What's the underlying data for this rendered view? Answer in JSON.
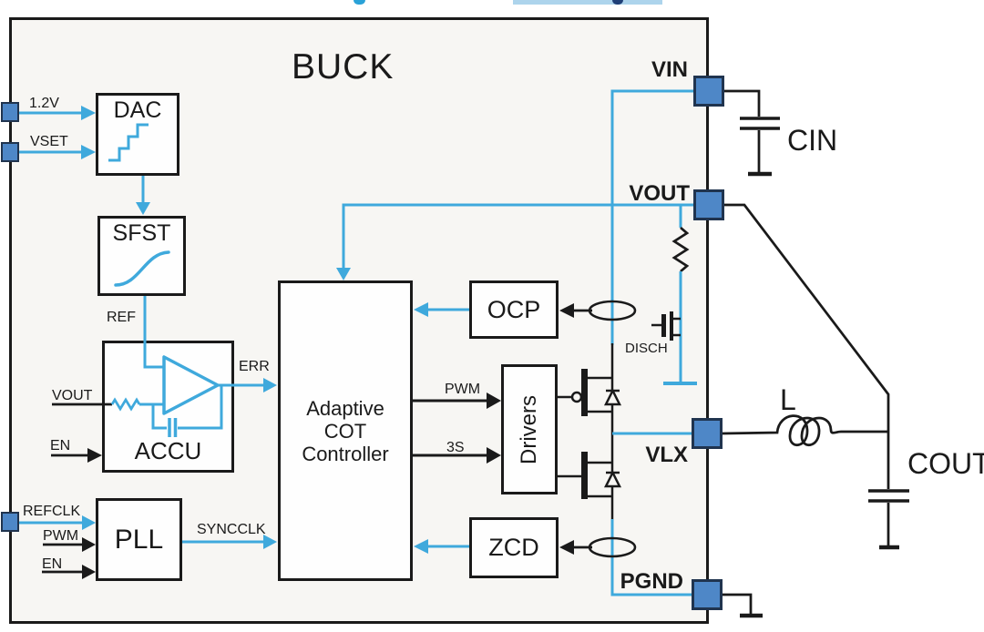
{
  "title": "BUCK",
  "colors": {
    "wire_blue": "#3fa9dc",
    "line_black": "#1a1a1a",
    "pin_fill": "#4e87c7",
    "pin_border": "#20344f",
    "chip_background": "#f7f6f3"
  },
  "blocks": {
    "dac": {
      "label": "DAC"
    },
    "sfst": {
      "label": "SFST"
    },
    "accu": {
      "label": "ACCU"
    },
    "pll": {
      "label": "PLL"
    },
    "cot": {
      "line1": "Adaptive",
      "line2": "COT",
      "line3": "Controller"
    },
    "ocp": {
      "label": "OCP"
    },
    "zcd": {
      "label": "ZCD"
    },
    "drivers": {
      "label": "Drivers"
    }
  },
  "pins": {
    "left": [
      {
        "label": "1.2V"
      },
      {
        "label": "VSET"
      },
      {
        "label": "REFCLK"
      }
    ],
    "right": [
      {
        "label": "VIN"
      },
      {
        "label": "VOUT"
      },
      {
        "label": "VLX"
      },
      {
        "label": "PGND"
      }
    ]
  },
  "signals": {
    "ref": "REF",
    "vout_fb": "VOUT",
    "en_accu": "EN",
    "err": "ERR",
    "pwm_in": "PWM",
    "en_pll": "EN",
    "syncclk": "SYNCCLK",
    "pwm_out": "PWM",
    "three_s": "3S",
    "disch": "DISCH"
  },
  "external_components": {
    "cin": "CIN",
    "inductor": "L",
    "cout": "COUT"
  }
}
